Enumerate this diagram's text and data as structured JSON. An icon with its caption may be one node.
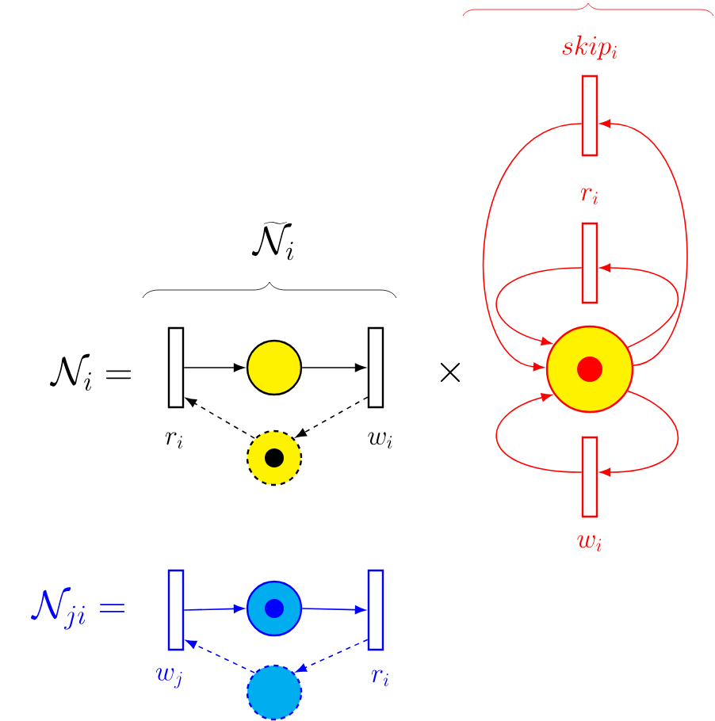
{
  "diagram": {
    "nodes": [
      {
        "text": [],
        "shape": "bar",
        "beside": [
          "r_i"
        ]
      },
      {
        "text": [],
        "shape": "circle"
      },
      {
        "text": [],
        "shape": "bar",
        "beside": [
          "w_i"
        ]
      },
      {
        "text": [],
        "shape": "circle"
      },
      {
        "text": [],
        "shape": "bar",
        "beside": [
          "skip_i"
        ]
      },
      {
        "text": [],
        "shape": "bar",
        "beside": [
          "r_i"
        ]
      },
      {
        "text": [],
        "shape": "circle"
      },
      {
        "text": [],
        "shape": "bar",
        "beside": [
          "w_i"
        ]
      },
      {
        "text": [],
        "shape": "bar",
        "beside": [
          "w_j"
        ]
      },
      {
        "text": [],
        "shape": "circle"
      },
      {
        "text": [],
        "shape": "bar",
        "beside": [
          "r_i"
        ]
      },
      {
        "text": [],
        "shape": "circle"
      }
    ],
    "edges": [
      {
        "from": 0,
        "to": 1,
        "arrow": "to",
        "color": "#000000"
      },
      {
        "from": 1,
        "to": 2,
        "arrow": "to",
        "color": "#000000"
      },
      {
        "from": 3,
        "to": 0,
        "arrow": "to",
        "style": "dashed",
        "color": "#000000"
      },
      {
        "from": 2,
        "to": 3,
        "arrow": "to",
        "style": "dashed",
        "color": "#000000"
      },
      {
        "from": 6,
        "to": 4,
        "arrow": "to",
        "color": "#ff0000"
      },
      {
        "from": 4,
        "to": 6,
        "arrow": "to",
        "color": "#ff0000"
      },
      {
        "from": 6,
        "to": 5,
        "arrow": "to",
        "color": "#ff0000"
      },
      {
        "from": 5,
        "to": 6,
        "arrow": "to",
        "color": "#ff0000"
      },
      {
        "from": 6,
        "to": 7,
        "arrow": "to",
        "color": "#ff0000"
      },
      {
        "from": 7,
        "to": 6,
        "arrow": "to",
        "color": "#ff0000"
      },
      {
        "from": 8,
        "to": 9,
        "arrow": "to",
        "color": "#0000ff"
      },
      {
        "from": 9,
        "to": 10,
        "arrow": "to",
        "color": "#0000ff"
      },
      {
        "from": 11,
        "to": 8,
        "arrow": "to",
        "style": "dashed",
        "color": "#0000ff"
      },
      {
        "from": 10,
        "to": 11,
        "arrow": "to",
        "style": "dashed",
        "color": "#0000ff"
      }
    ],
    "labels": [
      "\\widetilde{\\mathcal{N}}_i",
      "\\mathcal{N}_i =",
      "\\times",
      "\\mathcal{N}_{ji} ="
    ]
  }
}
